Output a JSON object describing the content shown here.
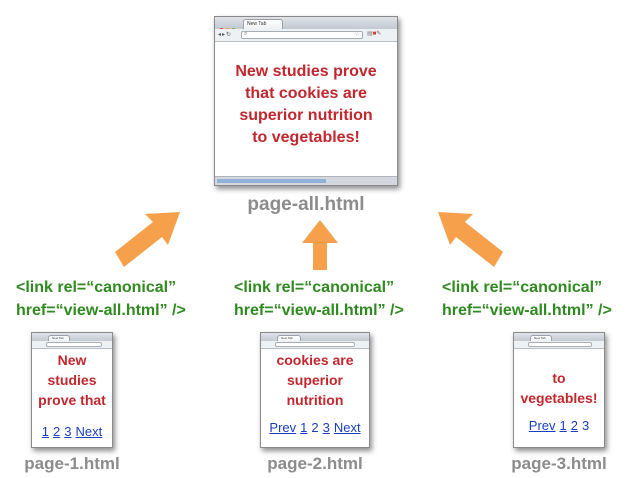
{
  "top_page": {
    "tab_title": "New Tab",
    "content_lines": [
      "New studies prove",
      "that cookies are",
      "superior nutrition",
      "to vegetables!"
    ],
    "caption": "page-all.html"
  },
  "canonical_tag": {
    "line1": "<link rel=“canonical”",
    "line2": "href=“view-all.html” />"
  },
  "pages": [
    {
      "tab_title": "New Tab",
      "content_lines": [
        "New",
        "studies",
        "prove that"
      ],
      "pager": [
        "1",
        "2",
        "3",
        "Next"
      ],
      "caption": "page-1.html"
    },
    {
      "tab_title": "New Tab",
      "content_lines": [
        "cookies are",
        "superior",
        "nutrition"
      ],
      "pager": [
        "Prev",
        "1",
        "2",
        "3",
        "Next"
      ],
      "caption": "page-2.html"
    },
    {
      "tab_title": "New Tab",
      "content_lines": [
        "to",
        "vegetables!"
      ],
      "pager": [
        "Prev",
        "1",
        "2",
        "3"
      ],
      "caption": "page-3.html"
    }
  ],
  "colors": {
    "content_text": "#c1272d",
    "canonical_text": "#2f8a1f",
    "arrow": "#f7a04b",
    "caption": "#8c8c8c",
    "link": "#1a3fbd"
  }
}
